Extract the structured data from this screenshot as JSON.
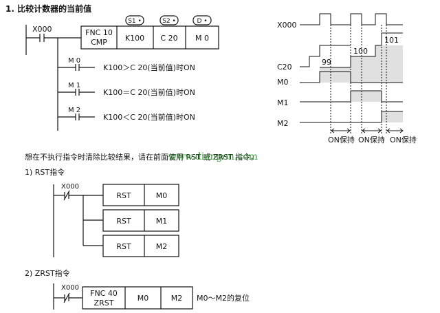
{
  "heading": "1. 比较计数器的当前值",
  "compare": {
    "input_contact": "X000",
    "instr_code": "FNC 10",
    "instr_name": "CMP",
    "operands": [
      "K100",
      "C 20",
      "M 0"
    ],
    "operand_tags": [
      "S1 •",
      "S2 •",
      "D •"
    ],
    "outputs": [
      {
        "coil": "M 0",
        "desc": "K100＞C 20(当前值)时ON"
      },
      {
        "coil": "M 1",
        "desc": "K100＝C 20(当前值)时ON"
      },
      {
        "coil": "M 2",
        "desc": "K100＜C 20(当前值)时ON"
      }
    ]
  },
  "timing": {
    "signals": [
      "X000",
      "C20",
      "M0",
      "M1",
      "M2"
    ],
    "counter_values": [
      "99",
      "100",
      "101"
    ],
    "hold_labels": [
      "ON保持",
      "ON保持",
      "ON保持"
    ]
  },
  "note": "想在不执行指令时清除比较结果，请在前面使用 RST 或 ZRST 指令。",
  "watermark": "www.diangon.com",
  "rst": {
    "title": "1)  RST指令",
    "input_contact": "X000",
    "rows": [
      {
        "cmd": "RST",
        "target": "M0"
      },
      {
        "cmd": "RST",
        "target": "M1"
      },
      {
        "cmd": "RST",
        "target": "M2"
      }
    ]
  },
  "zrst": {
    "title": "2)  ZRST指令",
    "input_contact": "X000",
    "instr_code": "FNC 40",
    "instr_name": "ZRST",
    "operands": [
      "M0",
      "M2"
    ],
    "note": "M0～M2的复位"
  }
}
